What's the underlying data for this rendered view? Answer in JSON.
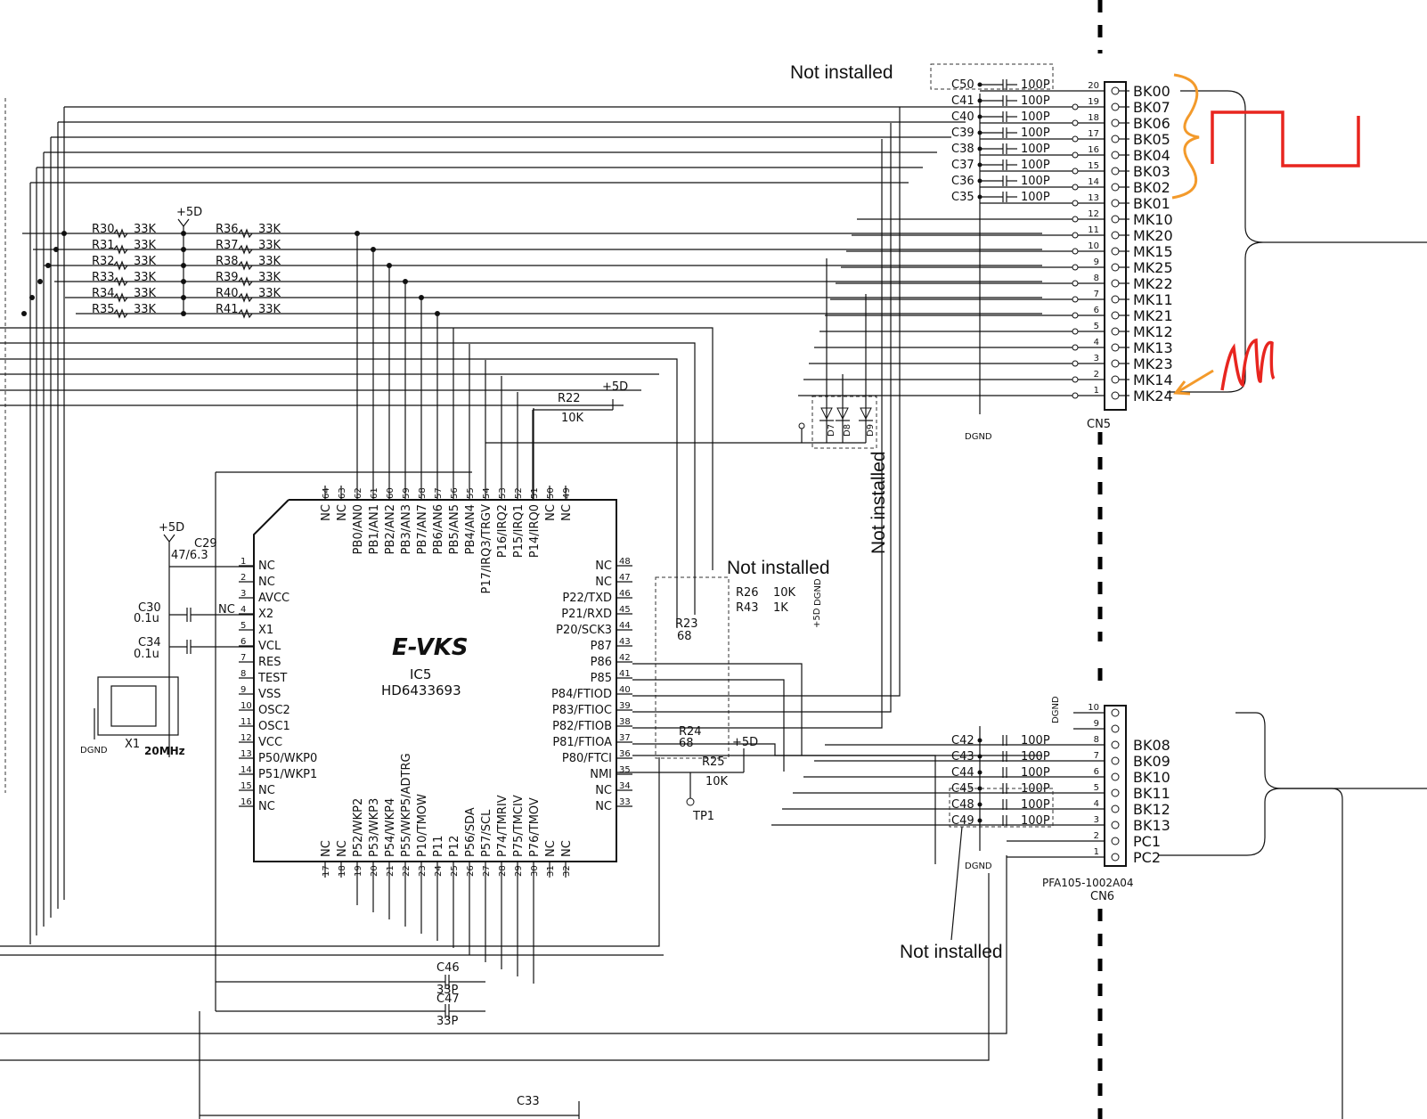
{
  "ic": {
    "name": "E-VKS",
    "ref": "IC5",
    "part": "HD6433693"
  },
  "left_pins": [
    {
      "n": "1",
      "s": "NC"
    },
    {
      "n": "2",
      "s": "NC"
    },
    {
      "n": "3",
      "s": "AVCC"
    },
    {
      "n": "4",
      "s": "X2"
    },
    {
      "n": "5",
      "s": "X1"
    },
    {
      "n": "6",
      "s": "VCL"
    },
    {
      "n": "7",
      "s": "RES"
    },
    {
      "n": "8",
      "s": "TEST"
    },
    {
      "n": "9",
      "s": "VSS"
    },
    {
      "n": "10",
      "s": "OSC2"
    },
    {
      "n": "11",
      "s": "OSC1"
    },
    {
      "n": "12",
      "s": "VCC"
    },
    {
      "n": "13",
      "s": "P50/WKP0"
    },
    {
      "n": "14",
      "s": "P51/WKP1"
    },
    {
      "n": "15",
      "s": "NC"
    },
    {
      "n": "16",
      "s": "NC"
    }
  ],
  "right_pins": [
    {
      "n": "48",
      "s": "NC"
    },
    {
      "n": "47",
      "s": "NC"
    },
    {
      "n": "46",
      "s": "P22/TXD"
    },
    {
      "n": "45",
      "s": "P21/RXD"
    },
    {
      "n": "44",
      "s": "P20/SCK3"
    },
    {
      "n": "43",
      "s": "P87"
    },
    {
      "n": "42",
      "s": "P86"
    },
    {
      "n": "41",
      "s": "P85"
    },
    {
      "n": "40",
      "s": "P84/FTIOD"
    },
    {
      "n": "39",
      "s": "P83/FTIOC"
    },
    {
      "n": "38",
      "s": "P82/FTIOB"
    },
    {
      "n": "37",
      "s": "P81/FTIOA"
    },
    {
      "n": "36",
      "s": "P80/FTCI"
    },
    {
      "n": "35",
      "s": "NMI"
    },
    {
      "n": "34",
      "s": "NC"
    },
    {
      "n": "33",
      "s": "NC"
    }
  ],
  "top_pins": [
    {
      "n": "64",
      "s": "NC"
    },
    {
      "n": "63",
      "s": "NC"
    },
    {
      "n": "62",
      "s": "PB0/AN0"
    },
    {
      "n": "61",
      "s": "PB1/AN1"
    },
    {
      "n": "60",
      "s": "PB2/AN2"
    },
    {
      "n": "59",
      "s": "PB3/AN3"
    },
    {
      "n": "58",
      "s": "PB7/AN7"
    },
    {
      "n": "57",
      "s": "PB6/AN6"
    },
    {
      "n": "56",
      "s": "PB5/AN5"
    },
    {
      "n": "55",
      "s": "PB4/AN4"
    },
    {
      "n": "54",
      "s": "P17/IRQ3/TRGV"
    },
    {
      "n": "53",
      "s": "P16/IRQ2"
    },
    {
      "n": "52",
      "s": "P15/IRQ1"
    },
    {
      "n": "51",
      "s": "P14/IRQ0"
    },
    {
      "n": "50",
      "s": "NC"
    },
    {
      "n": "49",
      "s": "NC"
    }
  ],
  "bottom_pins": [
    {
      "n": "17",
      "s": "NC"
    },
    {
      "n": "18",
      "s": "NC"
    },
    {
      "n": "19",
      "s": "P52/WKP2"
    },
    {
      "n": "20",
      "s": "P53/WKP3"
    },
    {
      "n": "21",
      "s": "P54/WKP4"
    },
    {
      "n": "22",
      "s": "P55/WKP5/ADTRG"
    },
    {
      "n": "23",
      "s": "P10/TMOW"
    },
    {
      "n": "24",
      "s": "P11"
    },
    {
      "n": "25",
      "s": "P12"
    },
    {
      "n": "26",
      "s": "P56/SDA"
    },
    {
      "n": "27",
      "s": "P57/SCL"
    },
    {
      "n": "28",
      "s": "P74/TMRIV"
    },
    {
      "n": "29",
      "s": "P75/TMCIV"
    },
    {
      "n": "30",
      "s": "P76/TMOV"
    },
    {
      "n": "31",
      "s": "NC"
    },
    {
      "n": "32",
      "s": "NC"
    }
  ],
  "resistors_left": [
    {
      "ref": "R30",
      "val": "33K"
    },
    {
      "ref": "R31",
      "val": "33K"
    },
    {
      "ref": "R32",
      "val": "33K"
    },
    {
      "ref": "R33",
      "val": "33K"
    },
    {
      "ref": "R34",
      "val": "33K"
    },
    {
      "ref": "R35",
      "val": "33K"
    }
  ],
  "resistors_right": [
    {
      "ref": "R36",
      "val": "33K"
    },
    {
      "ref": "R37",
      "val": "33K"
    },
    {
      "ref": "R38",
      "val": "33K"
    },
    {
      "ref": "R39",
      "val": "33K"
    },
    {
      "ref": "R40",
      "val": "33K"
    },
    {
      "ref": "R41",
      "val": "33K"
    }
  ],
  "power": "+5D",
  "ground": "DGND",
  "cn5": {
    "ref": "CN5",
    "labels": [
      "BK00",
      "BK07",
      "BK06",
      "BK05",
      "BK04",
      "BK03",
      "BK02",
      "BK01",
      "MK10",
      "MK20",
      "MK15",
      "MK25",
      "MK22",
      "MK11",
      "MK21",
      "MK12",
      "MK13",
      "MK23",
      "MK14",
      "MK24"
    ],
    "pins": [
      "20",
      "19",
      "18",
      "17",
      "16",
      "15",
      "14",
      "13",
      "12",
      "11",
      "10",
      "9",
      "8",
      "7",
      "6",
      "5",
      "4",
      "3",
      "2",
      "1"
    ],
    "caps": [
      {
        "ref": "C50",
        "val": "100P"
      },
      {
        "ref": "C41",
        "val": "100P"
      },
      {
        "ref": "C40",
        "val": "100P"
      },
      {
        "ref": "C39",
        "val": "100P"
      },
      {
        "ref": "C38",
        "val": "100P"
      },
      {
        "ref": "C37",
        "val": "100P"
      },
      {
        "ref": "C36",
        "val": "100P"
      },
      {
        "ref": "C35",
        "val": "100P"
      }
    ]
  },
  "cn6": {
    "ref": "CN6",
    "part": "PFA105-1002A04",
    "labels": [
      "BK08",
      "BK09",
      "BK10",
      "BK11",
      "BK12",
      "BK13",
      "PC1",
      "PC2"
    ],
    "pins": [
      "10",
      "9",
      "8",
      "7",
      "6",
      "5",
      "4",
      "3",
      "2",
      "1"
    ],
    "caps": [
      {
        "ref": "C42",
        "val": "100P"
      },
      {
        "ref": "C43",
        "val": "100P"
      },
      {
        "ref": "C44",
        "val": "100P"
      },
      {
        "ref": "C45",
        "val": "100P"
      },
      {
        "ref": "C48",
        "val": "100P"
      },
      {
        "ref": "C49",
        "val": "100P"
      }
    ]
  },
  "parts": {
    "c29_ref": "C29",
    "c29_val": "47/6.3",
    "c30_ref": "C30",
    "c30_val": "0.1u",
    "c34_ref": "C34",
    "c34_val": "0.1u",
    "x1_ref": "X1",
    "x1_val": "20MHz",
    "nc": "NC",
    "r22_ref": "R22",
    "r22_val": "10K",
    "r23_ref": "R23",
    "r23_val": "68",
    "r24_ref": "R24",
    "r24_val": "68",
    "r25_ref": "R25",
    "r25_val": "10K",
    "r26_ref": "R26",
    "r26_val": "10K",
    "r43_ref": "R43",
    "r43_val": "1K",
    "tp1": "TP1",
    "d7": "D7",
    "d8": "D8",
    "d9": "D9",
    "c46_ref": "C46",
    "c46_val": "33P",
    "c47_ref": "C47",
    "c47_val": "33P",
    "c33_ref": "C33"
  },
  "notes": {
    "n1": "Not installed",
    "n2": "Not installed",
    "n3": "Not installed",
    "n4": "Not installed"
  },
  "annotation_colors": {
    "orange": "#f39a2b",
    "red": "#e8251f"
  }
}
